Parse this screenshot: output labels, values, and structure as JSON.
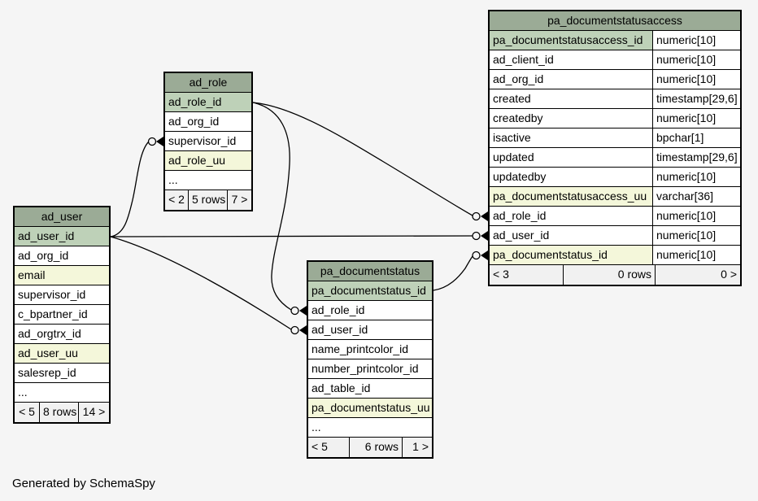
{
  "page": {
    "background": "#f5f5f5",
    "footer_note": "Generated by SchemaSpy"
  },
  "palette": {
    "table_header_bg": "#9bab96",
    "primary_key_bg": "#bed1b8",
    "indexed_column_bg": "#f4f7da",
    "row_bg": "#ffffff",
    "footer_bg": "#f1f1f1",
    "line_color": "#000000"
  },
  "tables": [
    {
      "title": "ad_user",
      "columns": [
        {
          "name": "ad_user_id",
          "style": "primary-key"
        },
        {
          "name": "ad_org_id",
          "style": "plain"
        },
        {
          "name": "email",
          "style": "indexed"
        },
        {
          "name": "supervisor_id",
          "style": "plain"
        },
        {
          "name": "c_bpartner_id",
          "style": "plain"
        },
        {
          "name": "ad_orgtrx_id",
          "style": "plain"
        },
        {
          "name": "ad_user_uu",
          "style": "indexed"
        },
        {
          "name": "salesrep_id",
          "style": "plain"
        },
        {
          "name": "...",
          "style": "plain"
        }
      ],
      "footer": {
        "prev": "< 5",
        "rows": "8 rows",
        "next": "14 >"
      }
    },
    {
      "title": "ad_role",
      "columns": [
        {
          "name": "ad_role_id",
          "style": "primary-key"
        },
        {
          "name": "ad_org_id",
          "style": "plain"
        },
        {
          "name": "supervisor_id",
          "style": "plain"
        },
        {
          "name": "ad_role_uu",
          "style": "indexed"
        },
        {
          "name": "...",
          "style": "plain"
        }
      ],
      "footer": {
        "prev": "< 2",
        "rows": "5 rows",
        "next": "7 >"
      }
    },
    {
      "title": "pa_documentstatus",
      "columns": [
        {
          "name": "pa_documentstatus_id",
          "style": "primary-key"
        },
        {
          "name": "ad_role_id",
          "style": "plain"
        },
        {
          "name": "ad_user_id",
          "style": "plain"
        },
        {
          "name": "name_printcolor_id",
          "style": "plain"
        },
        {
          "name": "number_printcolor_id",
          "style": "plain"
        },
        {
          "name": "ad_table_id",
          "style": "plain"
        },
        {
          "name": "pa_documentstatus_uu",
          "style": "indexed"
        },
        {
          "name": "...",
          "style": "plain"
        }
      ],
      "footer": {
        "prev": "< 5",
        "rows": "6 rows",
        "next": "1 >"
      }
    },
    {
      "title": "pa_documentstatusaccess",
      "columns": [
        {
          "name": "pa_documentstatusaccess_id",
          "type": "numeric[10]",
          "style": "primary-key"
        },
        {
          "name": "ad_client_id",
          "type": "numeric[10]",
          "style": "plain"
        },
        {
          "name": "ad_org_id",
          "type": "numeric[10]",
          "style": "plain"
        },
        {
          "name": "created",
          "type": "timestamp[29,6]",
          "style": "plain"
        },
        {
          "name": "createdby",
          "type": "numeric[10]",
          "style": "plain"
        },
        {
          "name": "isactive",
          "type": "bpchar[1]",
          "style": "plain"
        },
        {
          "name": "updated",
          "type": "timestamp[29,6]",
          "style": "plain"
        },
        {
          "name": "updatedby",
          "type": "numeric[10]",
          "style": "plain"
        },
        {
          "name": "pa_documentstatusaccess_uu",
          "type": "varchar[36]",
          "style": "indexed"
        },
        {
          "name": "ad_role_id",
          "type": "numeric[10]",
          "style": "plain"
        },
        {
          "name": "ad_user_id",
          "type": "numeric[10]",
          "style": "plain"
        },
        {
          "name": "pa_documentstatus_id",
          "type": "numeric[10]",
          "style": "indexed"
        }
      ],
      "footer": {
        "prev": "< 3",
        "rows": "0 rows",
        "next": "0 >"
      }
    }
  ],
  "relationships": [
    {
      "from": "ad_user.ad_user_id",
      "to": "ad_role.supervisor_id"
    },
    {
      "from": "ad_user.ad_user_id",
      "to": "pa_documentstatusaccess.ad_user_id"
    },
    {
      "from": "ad_user.ad_user_id",
      "to": "pa_documentstatus.ad_user_id"
    },
    {
      "from": "ad_role.ad_role_id",
      "to": "pa_documentstatusaccess.ad_role_id"
    },
    {
      "from": "ad_role.ad_role_id",
      "to": "pa_documentstatus.ad_role_id"
    },
    {
      "from": "pa_documentstatus.pa_documentstatus_id",
      "to": "pa_documentstatusaccess.pa_documentstatus_id"
    }
  ]
}
